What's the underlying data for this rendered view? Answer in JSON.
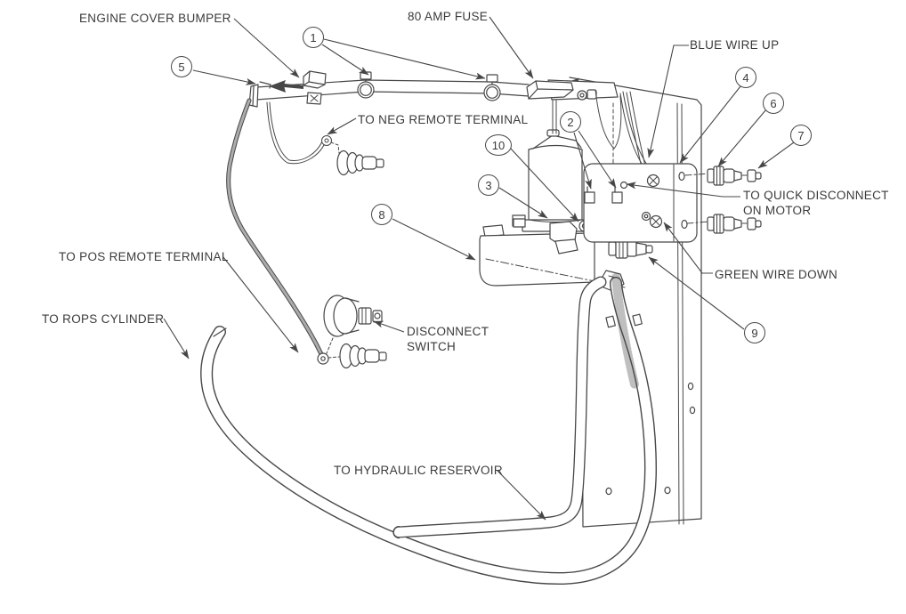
{
  "fig": {
    "colors": {
      "background": "#ffffff",
      "line": "#474747",
      "text": "#3a3a3a"
    },
    "labels": [
      {
        "id": "engine-cover-bumper",
        "lines": [
          "ENGINE COVER BUMPER"
        ]
      },
      {
        "id": "80-amp-fuse",
        "lines": [
          "80 AMP FUSE"
        ]
      },
      {
        "id": "blue-wire-up",
        "lines": [
          "BLUE WIRE UP"
        ]
      },
      {
        "id": "to-neg-remote-terminal",
        "lines": [
          "TO NEG REMOTE TERMINAL"
        ]
      },
      {
        "id": "to-quick-disconnect-on-motor",
        "lines": [
          "TO QUICK DISCONNECT",
          "ON MOTOR"
        ]
      },
      {
        "id": "green-wire-down",
        "lines": [
          "GREEN WIRE DOWN"
        ]
      },
      {
        "id": "to-pos-remote-terminal",
        "lines": [
          "TO POS REMOTE TERMINAL"
        ]
      },
      {
        "id": "to-rops-cylinder",
        "lines": [
          "TO ROPS CYLINDER"
        ]
      },
      {
        "id": "disconnect-switch",
        "lines": [
          "DISCONNECT",
          "SWITCH"
        ]
      },
      {
        "id": "to-hydraulic-reservoir",
        "lines": [
          "TO HYDRAULIC RESERVOIR"
        ]
      }
    ],
    "balloons": [
      {
        "num": "1"
      },
      {
        "num": "2"
      },
      {
        "num": "3"
      },
      {
        "num": "4"
      },
      {
        "num": "5"
      },
      {
        "num": "6"
      },
      {
        "num": "7"
      },
      {
        "num": "8"
      },
      {
        "num": "9"
      },
      {
        "num": "10"
      }
    ]
  }
}
